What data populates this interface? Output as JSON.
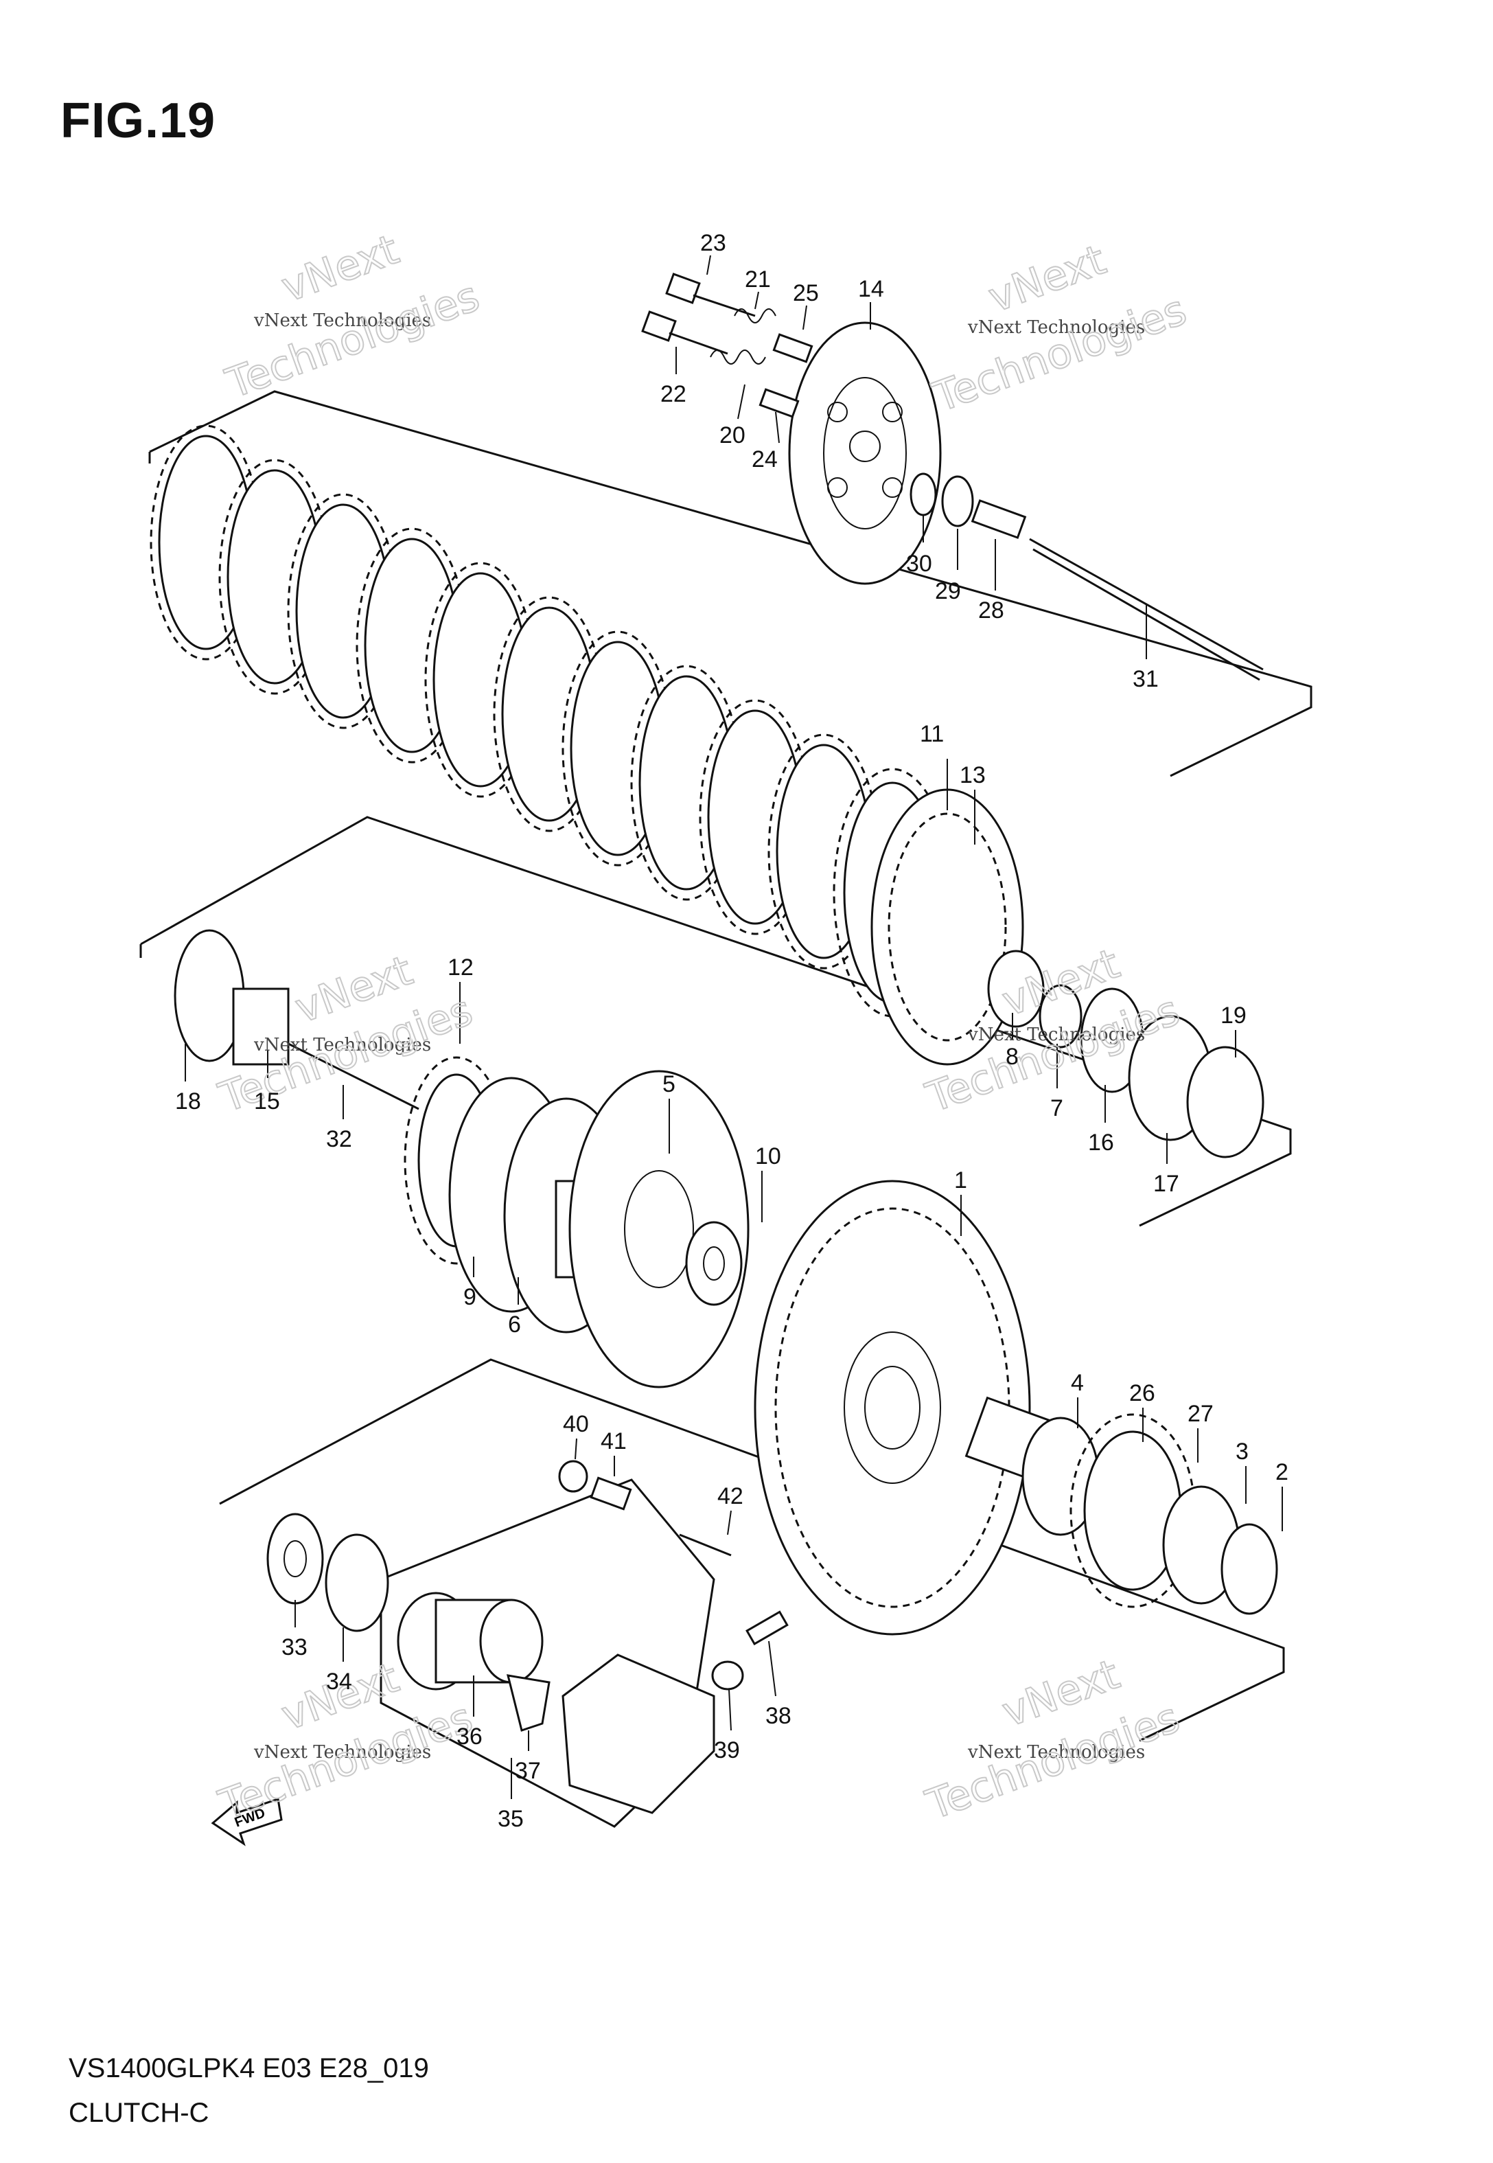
{
  "figure": {
    "title": "FIG.19"
  },
  "footer": {
    "code": "VS1400GLPK4 E03 E28_019",
    "name": "CLUTCH-C"
  },
  "watermarks": [
    {
      "line1": "vNext Technologies",
      "line2": "vNext",
      "line3": "Technologies"
    },
    {
      "line1": "vNext Technologies",
      "line2": "vNext",
      "line3": "Technologies"
    },
    {
      "line1": "vNext Technologies",
      "line2": "vNext",
      "line3": "Technologies"
    },
    {
      "line1": "vNext Technologies",
      "line2": "vNext",
      "line3": "Technologies"
    },
    {
      "line1": "vNext Technologies",
      "line2": "vNext",
      "line3": "Technologies"
    }
  ],
  "fwd_label": "FWD",
  "callouts": {
    "c1": "1",
    "c2": "2",
    "c3": "3",
    "c4": "4",
    "c5": "5",
    "c6": "6",
    "c7": "7",
    "c8": "8",
    "c9": "9",
    "c10": "10",
    "c11": "11",
    "c12": "12",
    "c13": "13",
    "c14": "14",
    "c15": "15",
    "c16": "16",
    "c17": "17",
    "c18": "18",
    "c19": "19",
    "c20": "20",
    "c21": "21",
    "c22": "22",
    "c23": "23",
    "c24": "24",
    "c25": "25",
    "c26": "26",
    "c27": "27",
    "c28": "28",
    "c29": "29",
    "c30": "30",
    "c31": "31",
    "c32": "32",
    "c33": "33",
    "c34": "34",
    "c35": "35",
    "c36": "36",
    "c37": "37",
    "c38": "38",
    "c39": "39",
    "c40": "40",
    "c41": "41",
    "c42": "42"
  }
}
